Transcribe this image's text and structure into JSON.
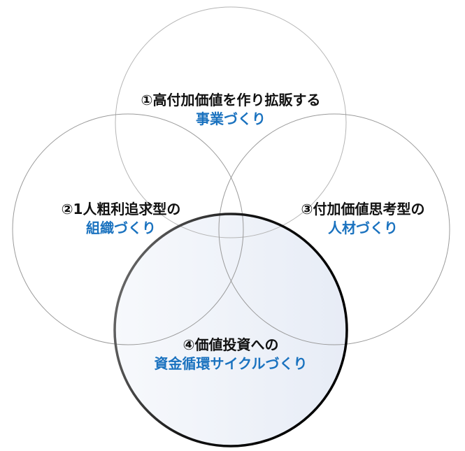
{
  "colors": {
    "accent": "#1a72bf",
    "text": "#111111",
    "fill_light": "#f6f8fc",
    "fill_dark": "#e8edf7"
  },
  "circles": [
    {
      "id": "1",
      "title": "①高付加価値を作り拡販する",
      "subtitle": "事業づくり"
    },
    {
      "id": "2",
      "title": "②1人粗利追求型の",
      "subtitle": "組織づくり"
    },
    {
      "id": "3",
      "title": "③付加価値思考型の",
      "subtitle": "人材づくり"
    },
    {
      "id": "4",
      "title": "④価値投資への",
      "subtitle": "資金循環サイクルづくり"
    }
  ]
}
